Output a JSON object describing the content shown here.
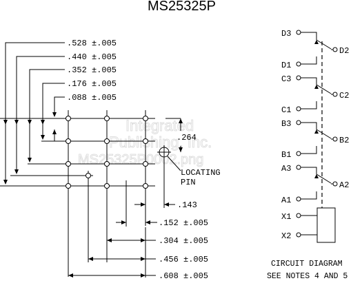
{
  "title": "MS25325P",
  "watermark": {
    "line1": "Integrated",
    "line2": "Publishing, Inc.",
    "line3": "MS25325P0002.png"
  },
  "layout_dims": [
    ".528 ±.005",
    ".440 ±.005",
    ".352 ±.005",
    ".176 ±.005",
    ".088 ±.005"
  ],
  "side_dim": ".264",
  "locating_pin": {
    "line1": "LOCATING",
    "line2": "PIN"
  },
  "bottom_dims": [
    ".143",
    ".152 ±.005",
    ".304 ±.005",
    ".456 ±.005",
    ".608 ±.005"
  ],
  "circuit_labels": {
    "left": [
      "D3",
      "D1",
      "C3",
      "C1",
      "B3",
      "B1",
      "A3",
      "A1",
      "X1",
      "X2"
    ],
    "right": [
      "D2",
      "C2",
      "B2",
      "A2"
    ]
  },
  "caption": {
    "title": "CIRCUIT DIAGRAM",
    "note": "SEE NOTES 4 AND 5"
  }
}
